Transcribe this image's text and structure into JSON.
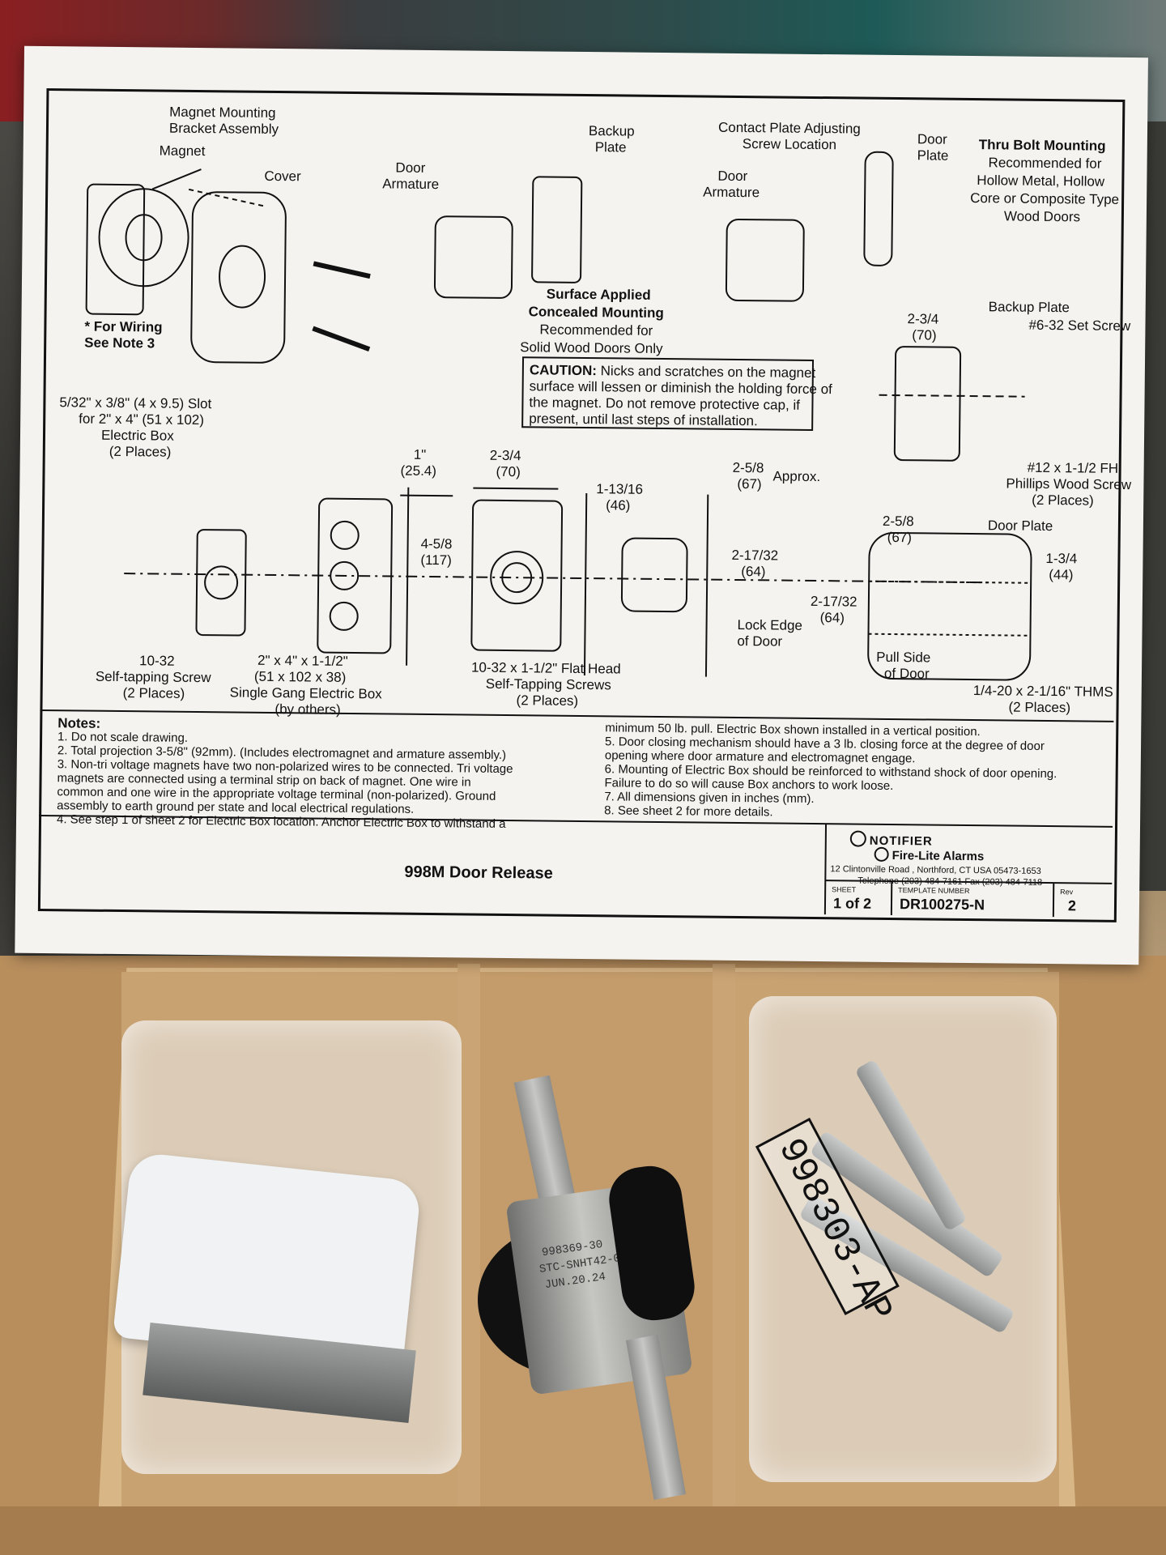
{
  "sheet": {
    "labels": {
      "magnet_mounting": "Magnet Mounting",
      "bracket_assembly": "Bracket Assembly",
      "magnet": "Magnet",
      "cover": "Cover",
      "for_wiring": "* For Wiring",
      "see_note": "See Note 3",
      "backup_plate_1": "Backup",
      "backup_plate_2": "Plate",
      "door_armature_1a": "Door",
      "door_armature_1b": "Armature",
      "contact_plate_1": "Contact Plate Adjusting",
      "contact_plate_2": "Screw Location",
      "door_armature_2a": "Door",
      "door_armature_2b": "Armature",
      "door_plate_1": "Door",
      "door_plate_2": "Plate",
      "thru_bolt_title": "Thru Bolt Mounting",
      "thru_bolt_1": "Recommended for",
      "thru_bolt_2": "Hollow Metal, Hollow",
      "thru_bolt_3": "Core or Composite Type",
      "thru_bolt_4": "Wood Doors",
      "surface_1": "Surface Applied",
      "surface_2": "Concealed Mounting",
      "surface_3": "Recommended for",
      "surface_4": "Solid Wood Doors Only",
      "caution_bold": "CAUTION:",
      "caution_1": " Nicks and scratches on the magnet",
      "caution_2": "surface will lessen or diminish the holding force of",
      "caution_3": "the magnet. Do not remove protective cap, if",
      "caution_4": "present, until last steps of installation.",
      "backup_plate_r": "Backup Plate",
      "dim_2_3_4": "2-3/4",
      "dim_70": "(70)",
      "set_screw": "#6-32 Set Screw",
      "wood_screw_1": "#12 x 1-1/2 FH",
      "wood_screw_2": "Phillips Wood Screw",
      "wood_screw_3": "(2 Places)",
      "slot_1": "5/32\" x 3/8\" (4 x 9.5) Slot",
      "slot_2": "for 2\" x 4\" (51 x 102)",
      "slot_3": "Electric Box",
      "slot_4": "(2 Places)",
      "dim_1": "1\"",
      "dim_25": "(25.4)",
      "dim_2_3_4b": "2-3/4",
      "dim_70b": "(70)",
      "dim_2_5_8": "2-5/8",
      "dim_67": "(67)",
      "approx": "Approx.",
      "dim_1_13_16": "1-13/16",
      "dim_46": "(46)",
      "dim_4_5_8": "4-5/8",
      "dim_117": "(117)",
      "dim_2_17_32": "2-17/32",
      "dim_64": "(64)",
      "lock_edge_1": "Lock Edge",
      "lock_edge_2": "of Door",
      "dim_2_5_8b": "2-5/8",
      "dim_67b": "(67)",
      "door_plate_r": "Door Plate",
      "dim_1_3_4": "1-3/4",
      "dim_44": "(44)",
      "dim_2_17_32b": "2-17/32",
      "dim_64b": "(64)",
      "pull_side_1": "Pull Side",
      "pull_side_2": "of Door",
      "thms_1": "1/4-20 x 2-1/16\" THMS",
      "thms_2": "(2 Places)",
      "screw_10_32_1": "10-32",
      "screw_10_32_2": "Self-tapping Screw",
      "screw_10_32_3": "(2 Places)",
      "gang_1": "2\" x 4\" x 1-1/2\"",
      "gang_2": "(51 x 102 x 38)",
      "gang_3": "Single Gang Electric Box",
      "gang_4": "(by others)",
      "flat_head_1": "10-32 x 1-1/2\" Flat Head",
      "flat_head_2": "Self-Tapping Screws",
      "flat_head_3": "(2 Places)"
    },
    "notes": {
      "title": "Notes:",
      "left": [
        "1.  Do not scale drawing.",
        "2.  Total projection 3-5/8\" (92mm). (Includes electromagnet and armature assembly.)",
        "3.  Non-tri voltage magnets have two non-polarized wires to be connected. Tri voltage",
        "     magnets are connected using a terminal strip on back of magnet. One wire in",
        "     common and one wire in the appropriate voltage terminal (non-polarized). Ground",
        "     assembly to earth ground per state and local electrical regulations.",
        "4.  See step 1 of sheet 2 for Electric Box location. Anchor Electric Box to withstand a"
      ],
      "right": [
        "     minimum 50 lb. pull. Electric Box shown installed in a vertical position.",
        "5.  Door closing mechanism should have a 3 lb. closing force at the degree of door",
        "     opening where door armature and electromagnet engage.",
        "6.  Mounting of Electric Box should be reinforced to withstand shock of door opening.",
        "     Failure to do so will cause Box anchors to work loose.",
        "7.  All dimensions given in inches (mm).",
        "8.  See sheet 2 for more details."
      ]
    },
    "title_block": {
      "product": "998M Door Release",
      "brand1": "NOTIFIER",
      "brand2": "Fire-Lite Alarms",
      "address": "12 Clintonville Road , Northford, CT USA 05473-1653",
      "phone": "Telephone (203) 484-7161 Fax (203) 484-7118",
      "sheet_label": "SHEET",
      "sheet_value": "1 of 2",
      "template_label": "TEMPLATE NUMBER",
      "template_value": "DR100275-N",
      "rev_label": "Rev",
      "rev_value": "2"
    }
  },
  "box": {
    "magnet_label_1": "998369-30",
    "magnet_label_2": "STC-SNHT42-00",
    "magnet_label_3": "JUN.20.24",
    "hardware_bag_label": "998303-AP"
  },
  "colors": {
    "paper": "#f4f3ef",
    "ink": "#111111",
    "cardboard": "#c9a272",
    "steel": "#9a9b99"
  }
}
